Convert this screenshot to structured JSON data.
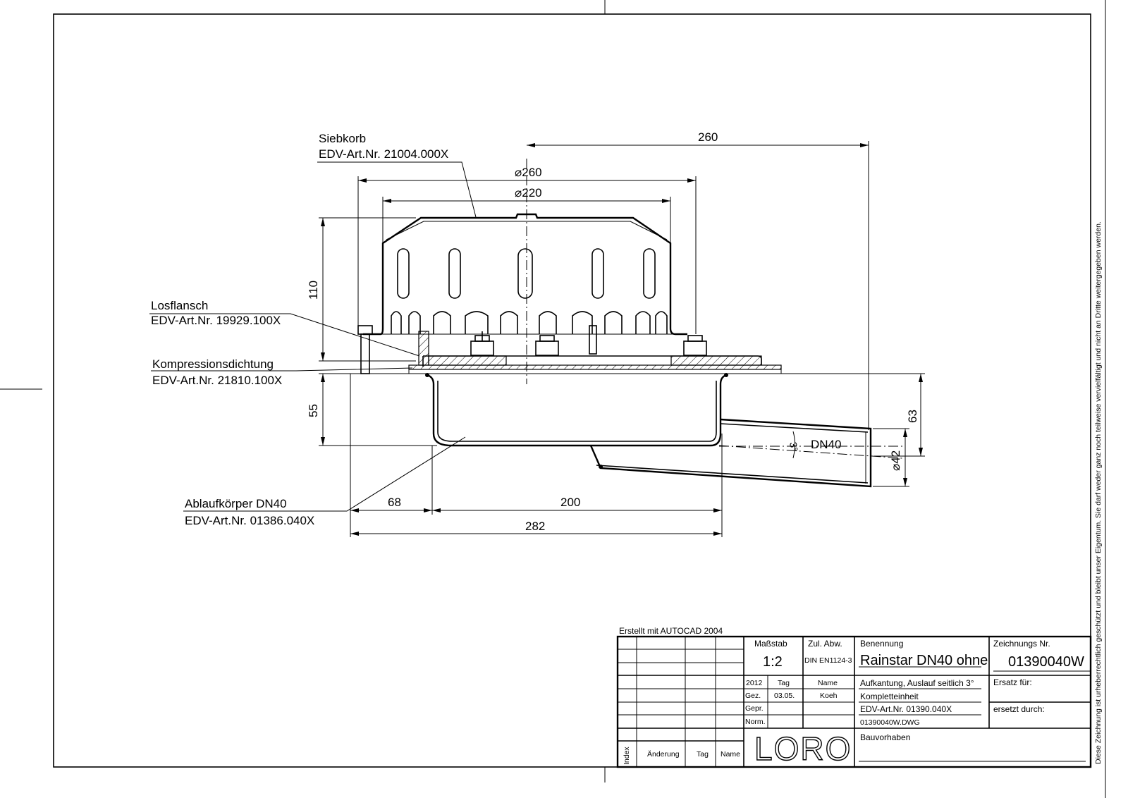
{
  "labels": {
    "siebkorb": {
      "name": "Siebkorb",
      "art": "EDV-Art.Nr.  21004.000X"
    },
    "losflansch": {
      "name": "Losflansch",
      "art": "EDV-Art.Nr.  19929.100X"
    },
    "kompressionsdichtung": {
      "name": "Kompressionsdichtung",
      "art": "EDV-Art.Nr.  21810.100X"
    },
    "ablaufkoerper": {
      "name": "Ablaufkörper DN40",
      "art": "EDV-Art.Nr.  01386.040X"
    }
  },
  "dimensions": {
    "offset_260": "260",
    "dia_260": "⌀260",
    "dia_220": "⌀220",
    "height_110": "110",
    "height_55": "55",
    "width_68": "68",
    "width_200": "200",
    "width_282": "282",
    "height_63": "63",
    "dia_42": "⌀42",
    "angle": "3°",
    "pipe": "DN40"
  },
  "title_block": {
    "created_with": "Erstellt mit AUTOCAD 2004",
    "scale_label": "Maßstab",
    "scale_value": "1:2",
    "tolerance_label": "Zul. Abw.",
    "tolerance_value": "DIN EN1124-3",
    "designation_label": "Benennung",
    "designation_title": "Rainstar DN40 ohne",
    "designation_line2": "Aufkantung, Auslauf seitlich 3°",
    "designation_line3": "Kompletteinheit",
    "designation_line4": "EDV-Art.Nr. 01390.040X",
    "designation_file": "01390040W.DWG",
    "drawing_no_label": "Zeichnungs Nr.",
    "drawing_no": "01390040W",
    "replaces_label": "Ersatz für:",
    "replaced_by_label": "ersetzt durch:",
    "year": "2012",
    "day_label": "Tag",
    "name_label": "Name",
    "drawn_label": "Gez.",
    "drawn_date": "03.05.",
    "drawn_name": "Koeh",
    "checked_label": "Gepr.",
    "norm_label": "Norm.",
    "project_label": "Bauvorhaben",
    "rev_index": "Index",
    "rev_change": "Änderung",
    "rev_day": "Tag",
    "rev_name": "Name",
    "logo": "LORO"
  },
  "copyright": "Diese Zeichnung ist urheberrechtlich geschützt und bleibt unser Eigentum. Sie darf weder ganz noch teilweise vervielfältigt und nicht an Dritte weitergegeben werden."
}
